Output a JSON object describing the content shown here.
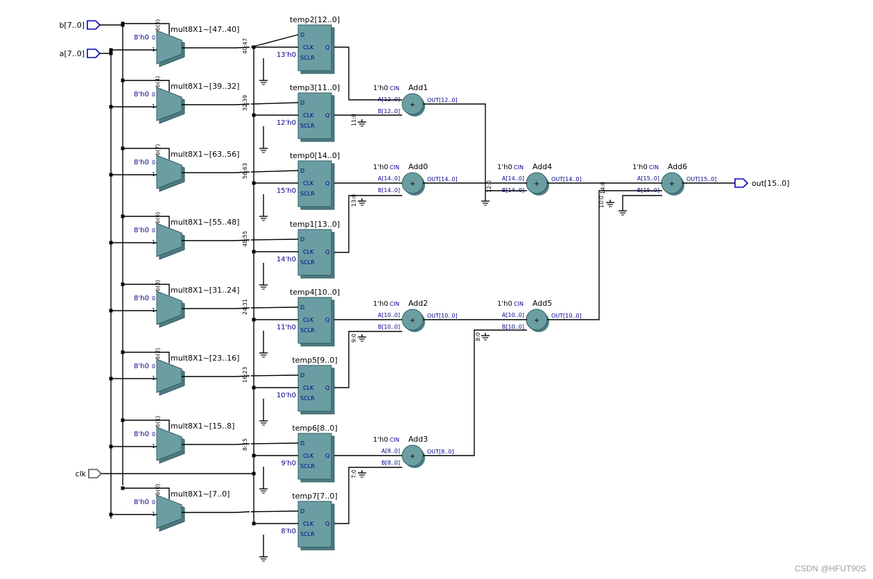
{
  "colors": {
    "wire": "#000000",
    "block_fill": "#6a9ea3",
    "block_shadow": "#4d7c80",
    "block_stroke": "#2f5c60",
    "port_label": "#00008b",
    "port_outline": "#0000cc",
    "label": "#000000"
  },
  "ports": {
    "b": "b[7..0]",
    "a": "a[7..0]",
    "clk": "clk",
    "out": "out[15..0]"
  },
  "muxes": [
    {
      "name": "mult8X1~[47..40]",
      "const": "8'h0",
      "sel_tag": "b(5)",
      "pin0": "0",
      "pin1": "1",
      "bus": "40:47"
    },
    {
      "name": "mult8X1~[39..32]",
      "const": "8'h0",
      "sel_tag": "b(4)",
      "pin0": "0",
      "pin1": "1",
      "bus": "32:39"
    },
    {
      "name": "mult8X1~[63..56]",
      "const": "8'h0",
      "sel_tag": "b(7)",
      "pin0": "0",
      "pin1": "1",
      "bus": "56:63"
    },
    {
      "name": "mult8X1~[55..48]",
      "const": "8'h0",
      "sel_tag": "b(6)",
      "pin0": "0",
      "pin1": "1",
      "bus": "48:55"
    },
    {
      "name": "mult8X1~[31..24]",
      "const": "8'h0",
      "sel_tag": "b(3)",
      "pin0": "0",
      "pin1": "1",
      "bus": "24:31"
    },
    {
      "name": "mult8X1~[23..16]",
      "const": "8'h0",
      "sel_tag": "b(2)",
      "pin0": "0",
      "pin1": "1",
      "bus": "16:23"
    },
    {
      "name": "mult8X1~[15..8]",
      "const": "8'h0",
      "sel_tag": "b(1)",
      "pin0": "0",
      "pin1": "1",
      "bus": "8:15"
    },
    {
      "name": "mult8X1~[7..0]",
      "const": "8'h0",
      "sel_tag": "b(0)",
      "pin0": "0",
      "pin1": "1",
      "bus": ""
    }
  ],
  "registers": [
    {
      "name": "temp2[12..0]",
      "const": "13'h0"
    },
    {
      "name": "temp3[11..0]",
      "const": "12'h0"
    },
    {
      "name": "temp0[14..0]",
      "const": "15'h0"
    },
    {
      "name": "temp1[13..0]",
      "const": "14'h0"
    },
    {
      "name": "temp4[10..0]",
      "const": "11'h0"
    },
    {
      "name": "temp5[9..0]",
      "const": "10'h0"
    },
    {
      "name": "temp6[8..0]",
      "const": "9'h0"
    },
    {
      "name": "temp7[7..0]",
      "const": "8'h0"
    }
  ],
  "register_pins": {
    "d": "D",
    "clk": "CLK",
    "sclr": "SCLR",
    "q": "Q"
  },
  "adders": [
    {
      "id": "add1",
      "name": "Add1",
      "cin": "1'h0",
      "cin_pin": "CIN",
      "a": "A[12..0]",
      "b": "B[12..0]",
      "out": "OUT[12..0]",
      "bus": "11:0",
      "op": "+"
    },
    {
      "id": "add0",
      "name": "Add0",
      "cin": "1'h0",
      "cin_pin": "CIN",
      "a": "A[14..0]",
      "b": "B[14..0]",
      "out": "OUT[14..0]",
      "bus": "13:0",
      "op": "+"
    },
    {
      "id": "add4",
      "name": "Add4",
      "cin": "1'h0",
      "cin_pin": "CIN",
      "a": "A[14..0]",
      "b": "B[14..0]",
      "out": "OUT[14..0]",
      "bus": "12:0",
      "op": "+"
    },
    {
      "id": "add6",
      "name": "Add6",
      "cin": "1'h0",
      "cin_pin": "CIN",
      "a": "A[15..0]",
      "b": "B[15..0]",
      "out": "OUT[15..0]",
      "bus": "14:0",
      "op": "+"
    },
    {
      "id": "add2",
      "name": "Add2",
      "cin": "1'h0",
      "cin_pin": "CIN",
      "a": "A[10..0]",
      "b": "B[10..0]",
      "out": "OUT[10..0]",
      "bus": "9:0",
      "op": "+"
    },
    {
      "id": "add5",
      "name": "Add5",
      "cin": "1'h0",
      "cin_pin": "CIN",
      "a": "A[10..0]",
      "b": "B[10..0]",
      "out": "OUT[10..0]",
      "bus": "8:0",
      "op": "+"
    },
    {
      "id": "add3",
      "name": "Add3",
      "cin": "1'h0",
      "cin_pin": "CIN",
      "a": "A[8..0]",
      "b": "B[8..0]",
      "out": "OUT[8..0]",
      "bus": "7:0",
      "op": "+"
    }
  ],
  "extra_bus_labels": {
    "add6_b_tap": "10:0"
  },
  "watermark": "CSDN @HFUT90S"
}
